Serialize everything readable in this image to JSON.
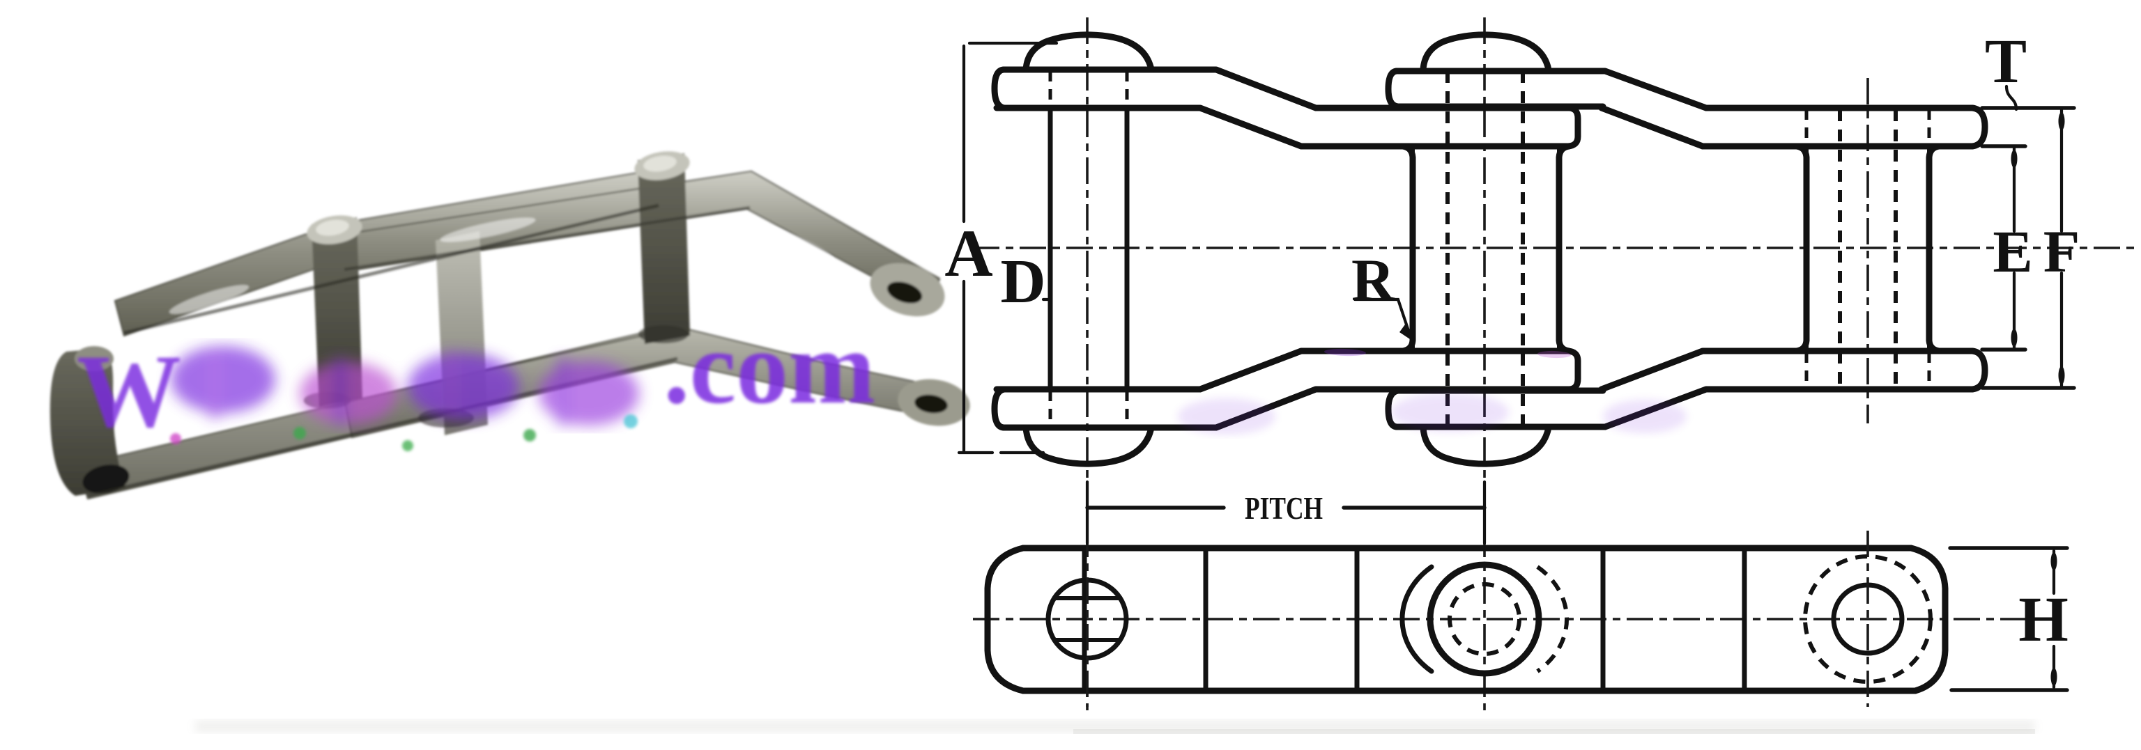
{
  "colors": {
    "paper": "#ffffff",
    "ink": "#121212",
    "watermark": "#7a2ce0",
    "watermark_magenta": "#bb4fd2"
  },
  "photo": {
    "watermark_lead": "W",
    "watermark_tail": ".com"
  },
  "drawing": {
    "labels": {
      "A": "A",
      "D": "D",
      "R": "R",
      "T": "T",
      "E": "E",
      "F": "F",
      "H": "H"
    },
    "pitch": "PITCH"
  }
}
